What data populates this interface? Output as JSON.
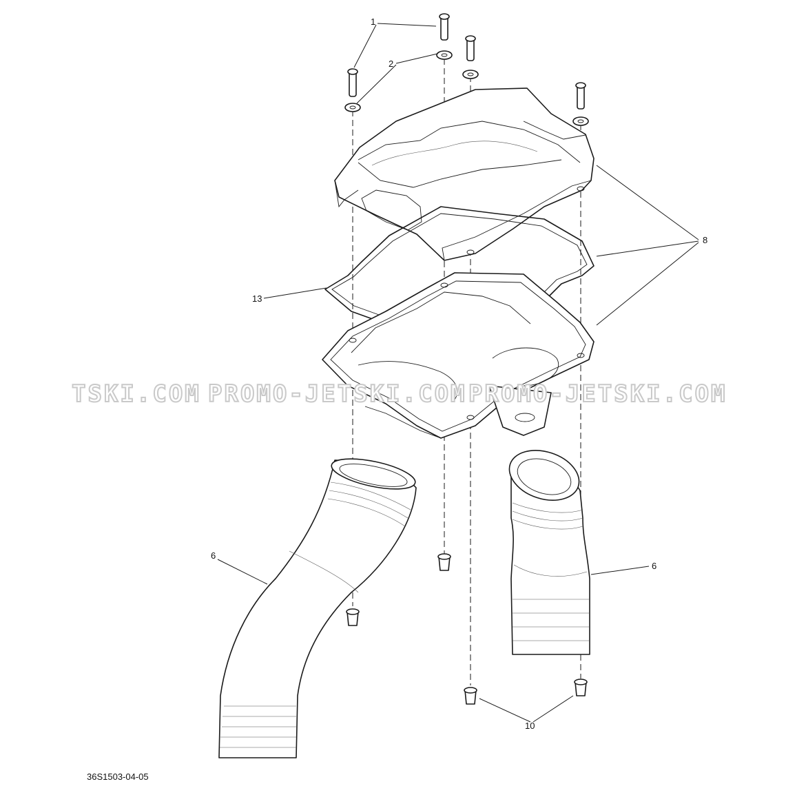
{
  "diagram": {
    "document_code": "36S1503-04-05",
    "watermark": {
      "left": "TSKI.COM",
      "middle": "PROMO-JETSKI.COM",
      "right": "PROMO-JETSKI.COM"
    },
    "callouts": {
      "c1": "1",
      "c2": "2",
      "c6_left": "6",
      "c6_right": "6",
      "c8": "8",
      "c10": "10",
      "c13": "13"
    }
  }
}
